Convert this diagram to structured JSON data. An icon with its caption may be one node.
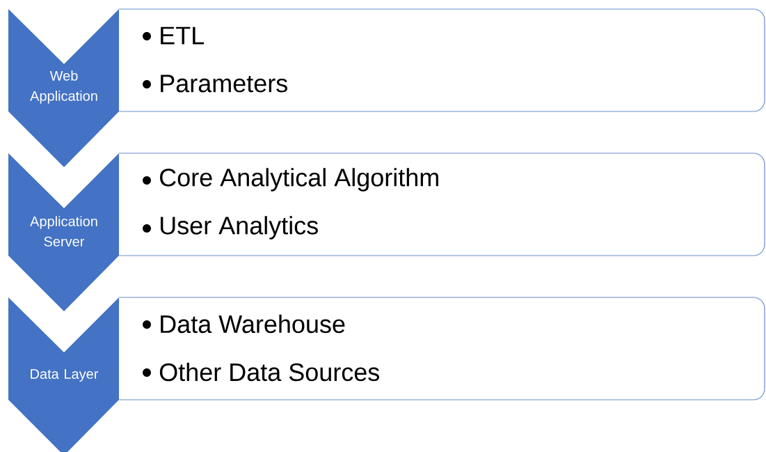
{
  "diagram": {
    "nodes": [
      {
        "text": [
          "Web Application"
        ]
      },
      {
        "text": [
          "ETL",
          "Parameters"
        ]
      },
      {
        "text": [
          "Application Server"
        ]
      },
      {
        "text": [
          "Core Analytical Algorithm",
          "User Analytics"
        ]
      },
      {
        "text": [
          "Data Layer"
        ]
      },
      {
        "text": [
          "Data Warehouse",
          "Other Data Sources"
        ]
      }
    ]
  }
}
